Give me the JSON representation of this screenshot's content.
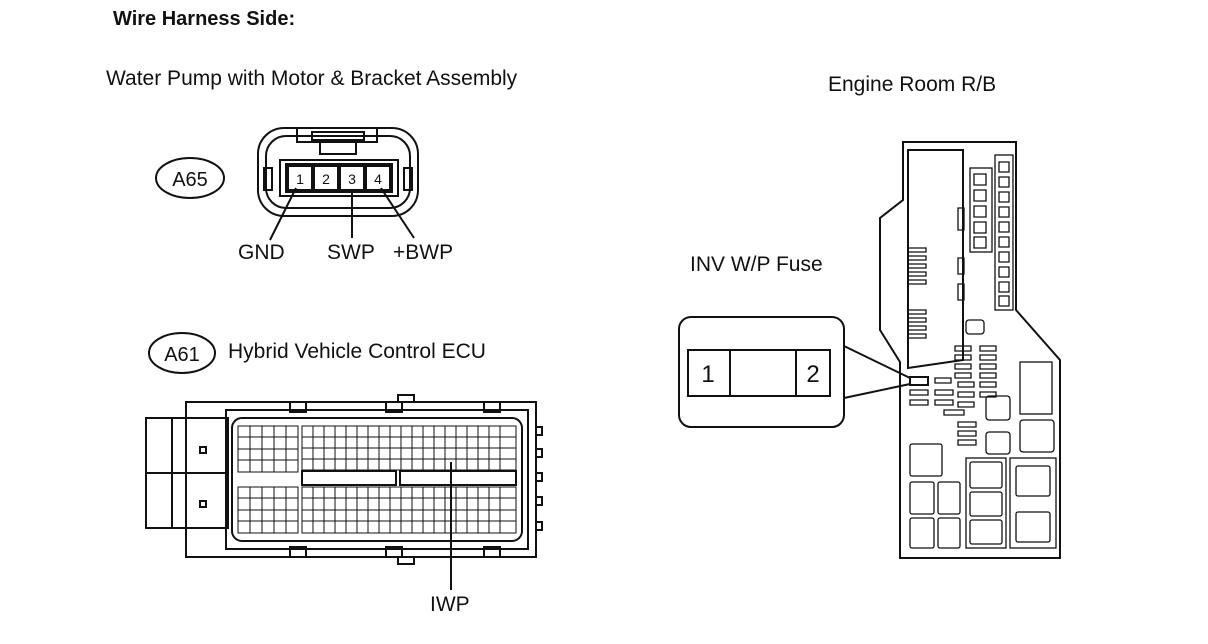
{
  "header": {
    "title": "Wire Harness Side:"
  },
  "water_pump": {
    "title": "Water Pump with Motor & Bracket Assembly",
    "connector_id": "A65",
    "pins": [
      "1",
      "2",
      "3",
      "4"
    ],
    "labels": {
      "gnd": "GND",
      "swp": "SWP",
      "bwp": "+BWP"
    }
  },
  "ecu": {
    "connector_id": "A61",
    "title": "Hybrid Vehicle Control ECU",
    "pin_label": "IWP"
  },
  "relay_box": {
    "title": "Engine Room R/B",
    "fuse_label": "INV W/P Fuse",
    "fuse_pins": [
      "1",
      "2"
    ]
  }
}
